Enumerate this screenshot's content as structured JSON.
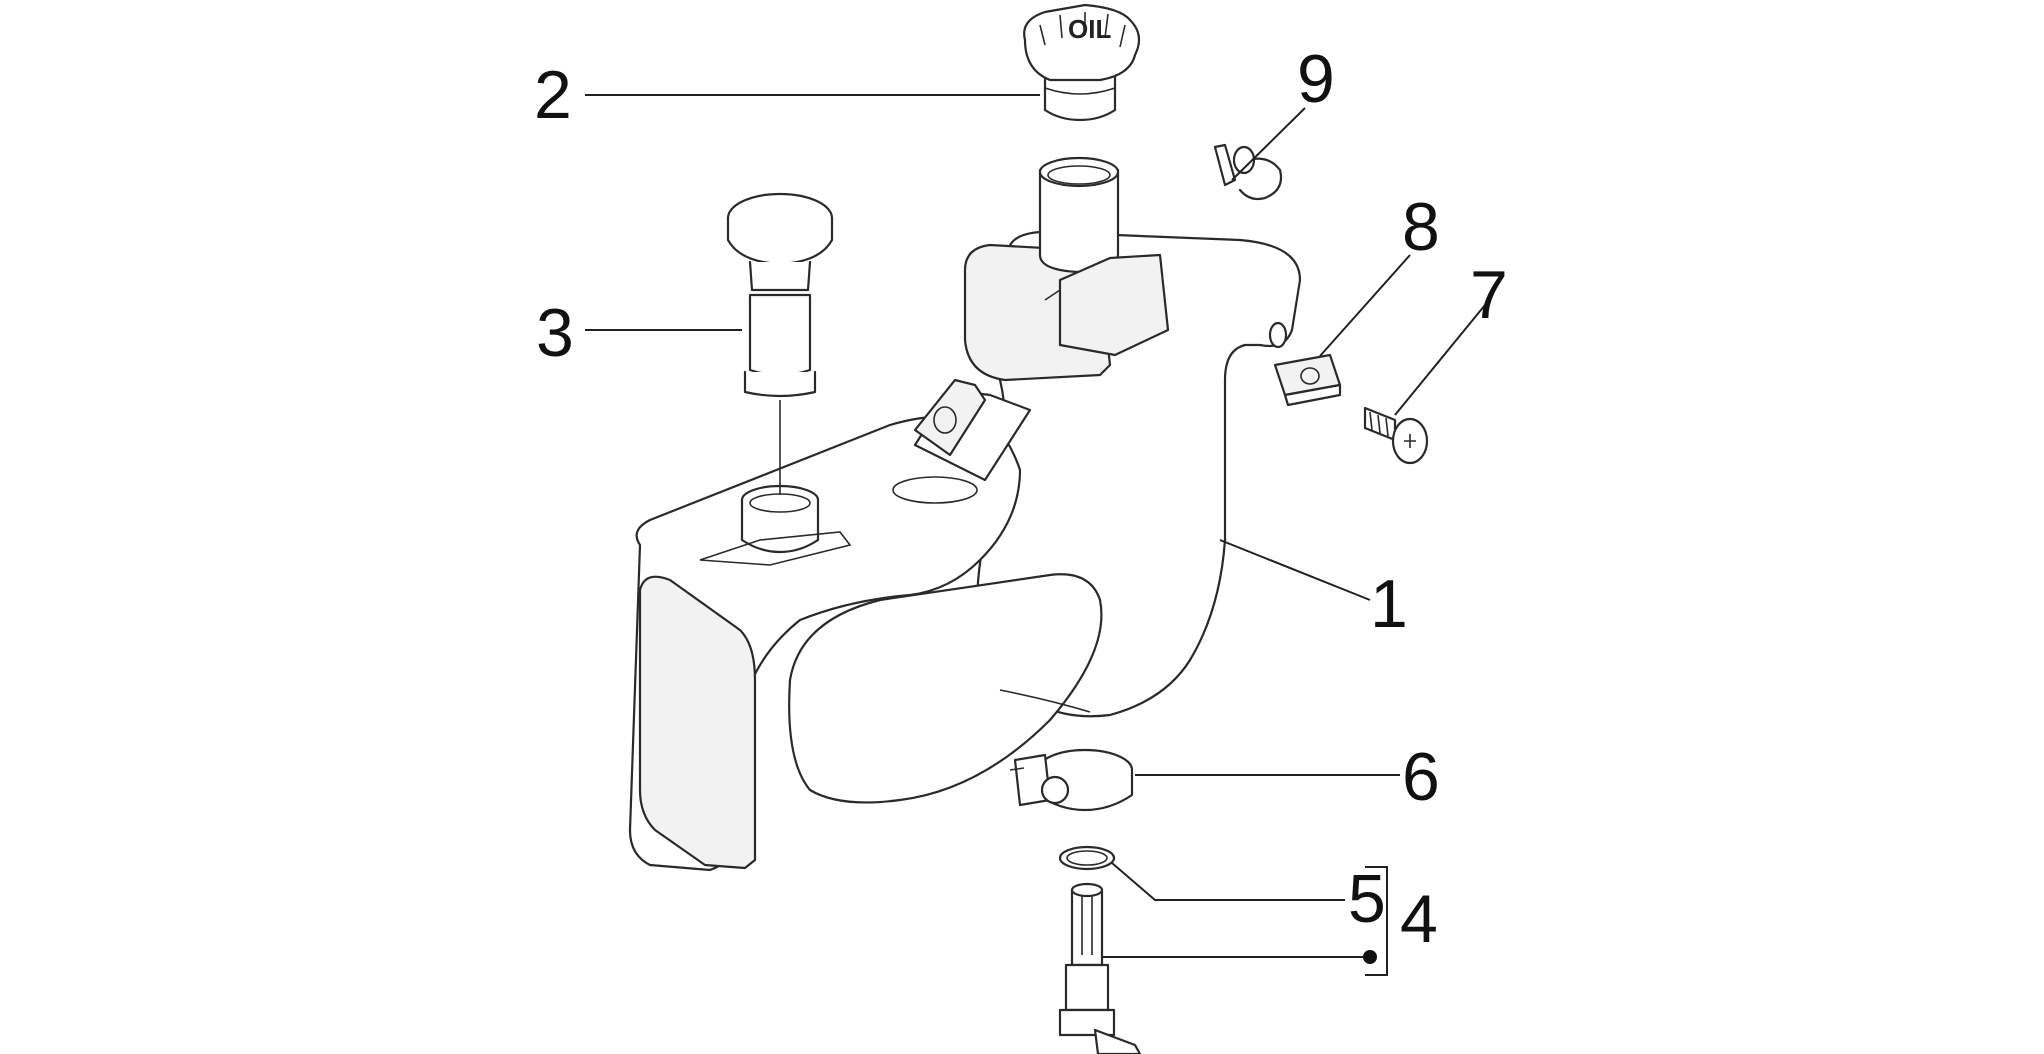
{
  "callouts": {
    "n1": "1",
    "n2": "2",
    "n3": "3",
    "n4": "4",
    "n5": "5",
    "n6": "6",
    "n7": "7",
    "n8": "8",
    "n9": "9"
  },
  "cap_label": "OIL"
}
